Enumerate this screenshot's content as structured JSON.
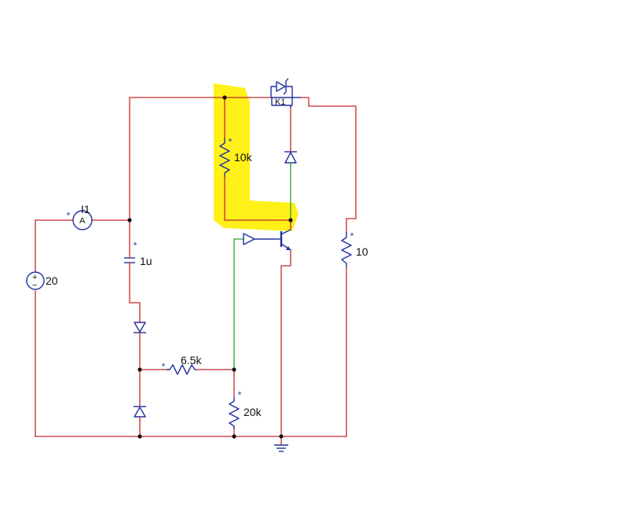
{
  "labels": {
    "ammeter_name": "I1",
    "ammeter_symbol": "A",
    "source_value": "20",
    "source_plus": "+",
    "source_minus": "−",
    "capacitor_value": "1u",
    "resistor_top_value": "10k",
    "resistor_series_value": "6.5k",
    "resistor_bottom_value": "20k",
    "resistor_load_value": "10",
    "relay_label": "K1"
  },
  "colors": {
    "wire": "#c82828",
    "green_wire": "#2aa02a",
    "component": "#2030a0",
    "highlight": "#ffee00"
  }
}
